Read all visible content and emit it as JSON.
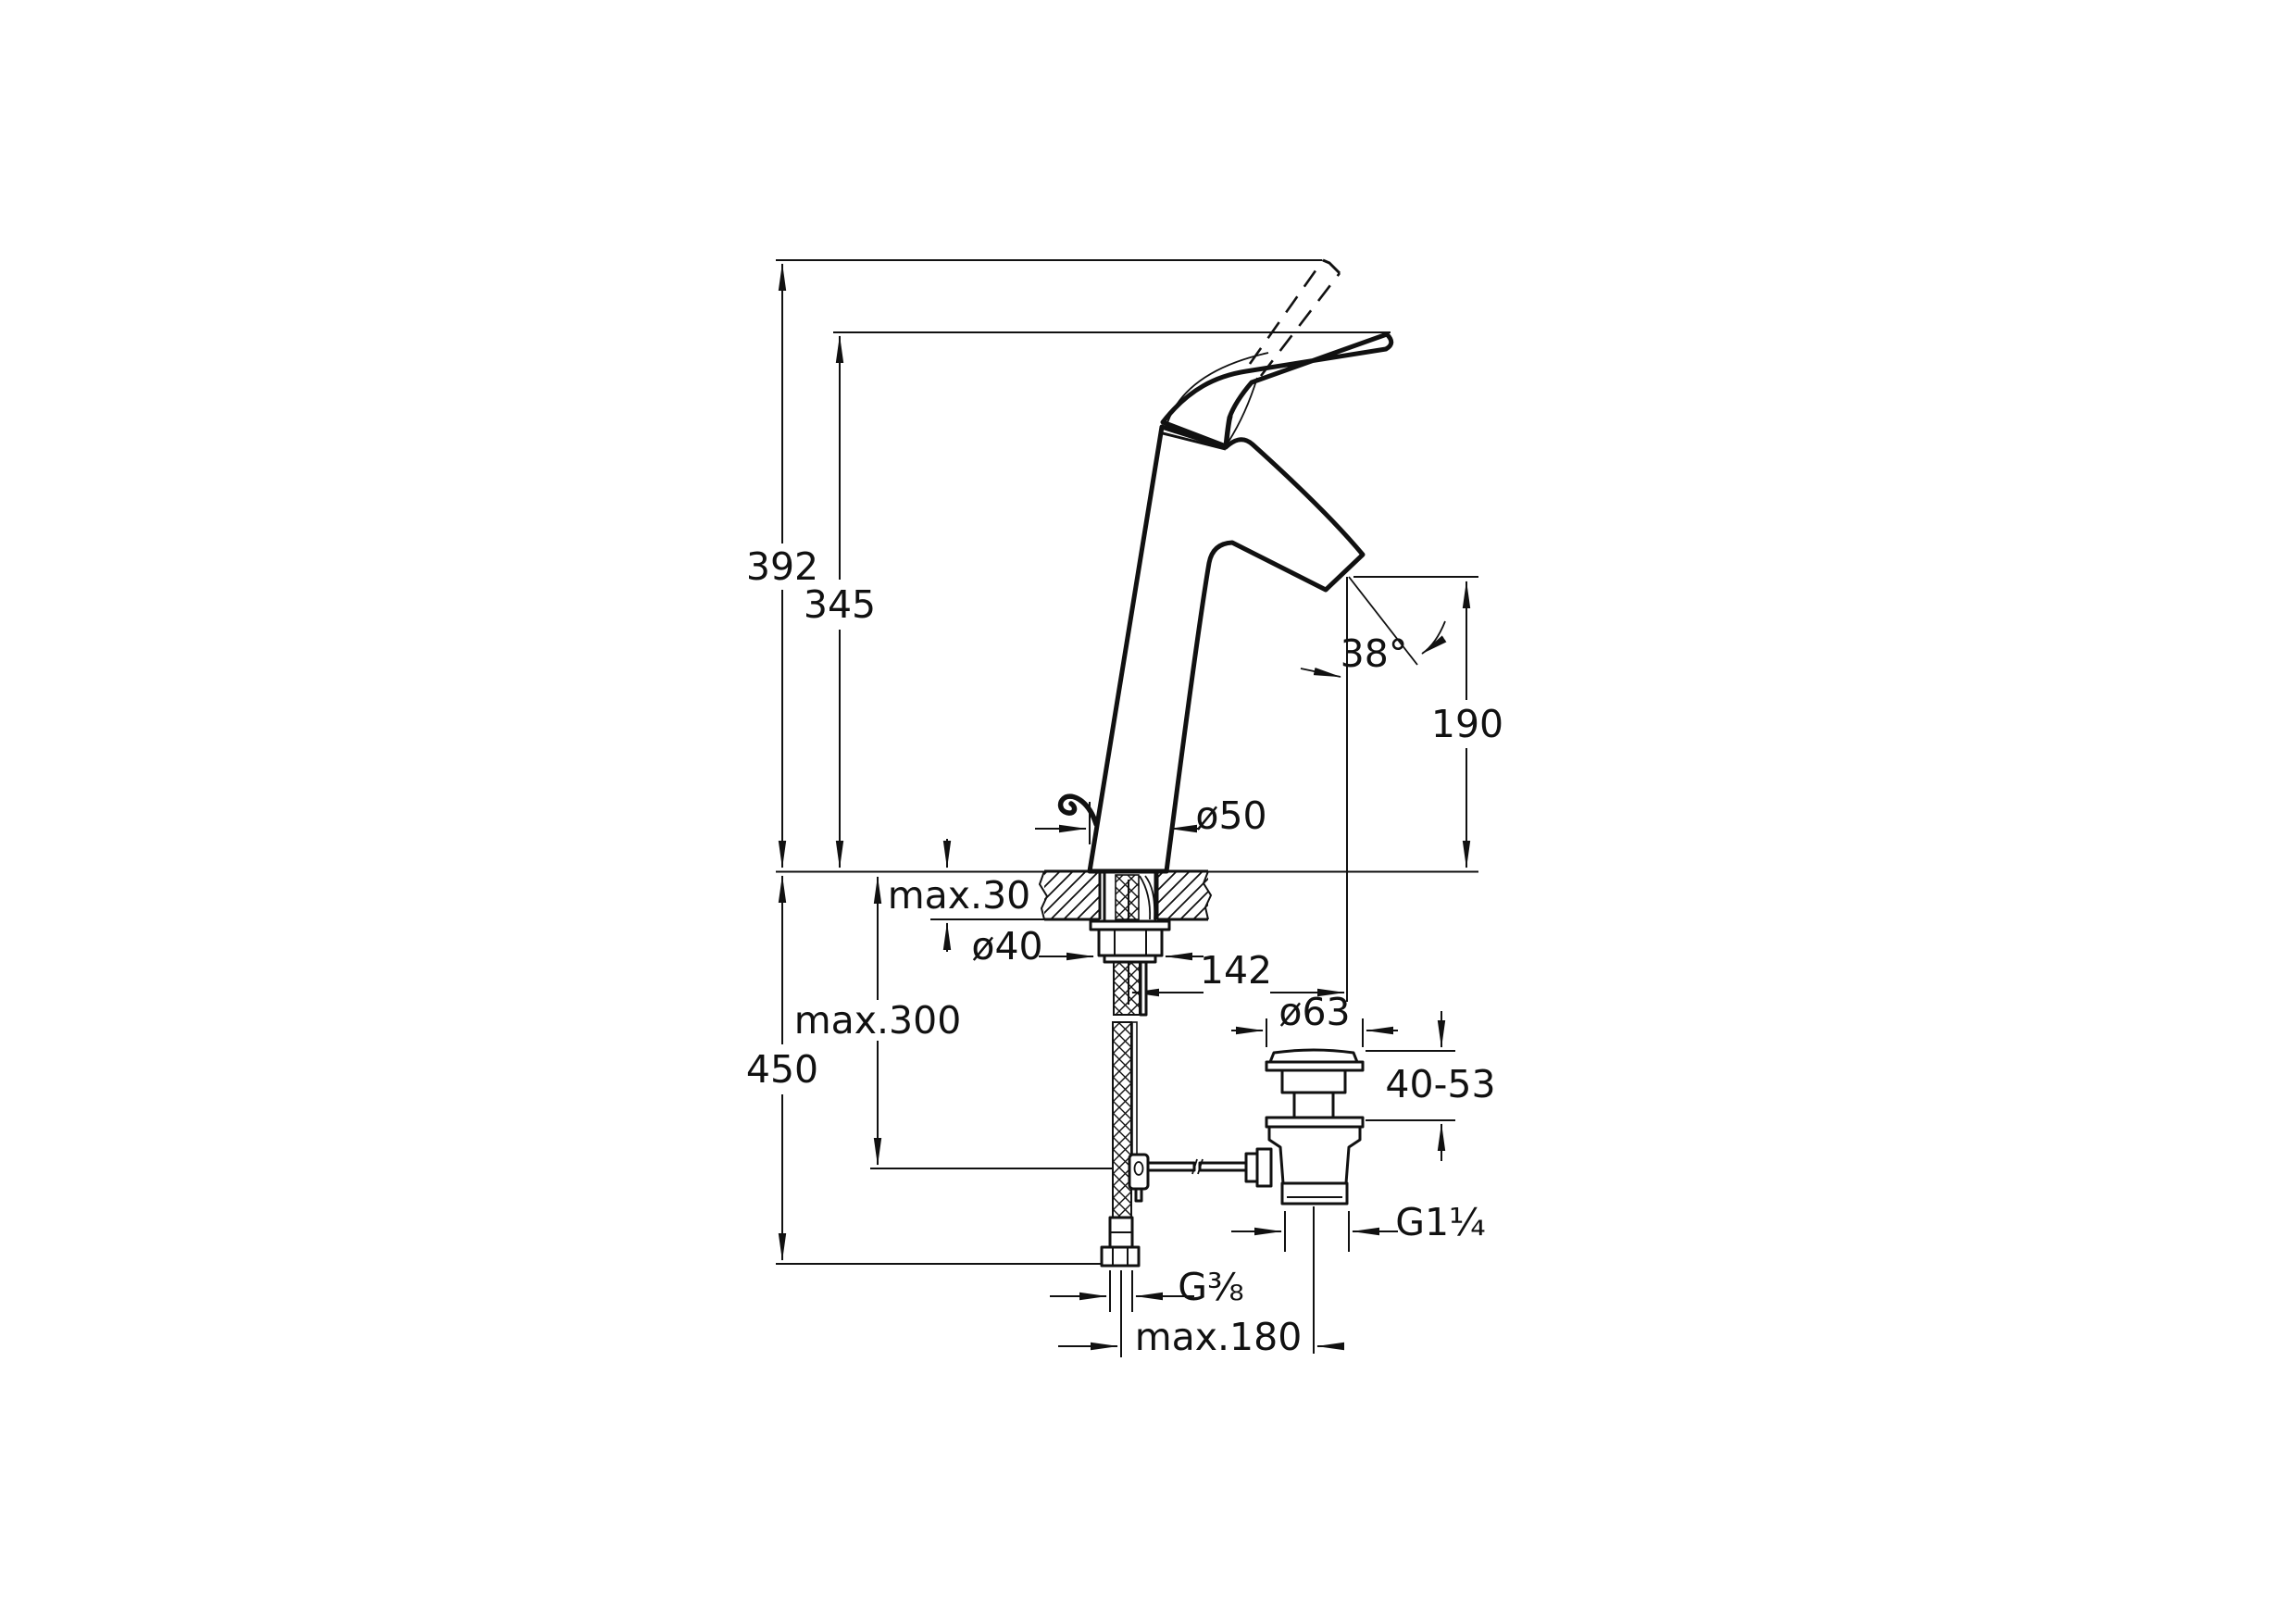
{
  "drawing": {
    "kind": "faucet installation dimension drawing",
    "background": "#ffffff",
    "line_color": "#111111"
  },
  "dimensions": {
    "overall_height": "392",
    "body_height": "345",
    "below_counter_total": "450",
    "hose_below_max": "max.300",
    "counter_thickness_max": "max.30",
    "shank_nut_diameter": "ø40",
    "body_base_diameter": "ø50",
    "spout_reach": "142",
    "spout_outlet_height": "190",
    "spout_angle": "38°",
    "waste_flange_diameter": "ø63",
    "waste_height_adjust": "40-53",
    "waste_outlet_thread": "G1¼",
    "supply_hose_thread": "G⅜",
    "popup_rod_reach_max": "max.180"
  }
}
